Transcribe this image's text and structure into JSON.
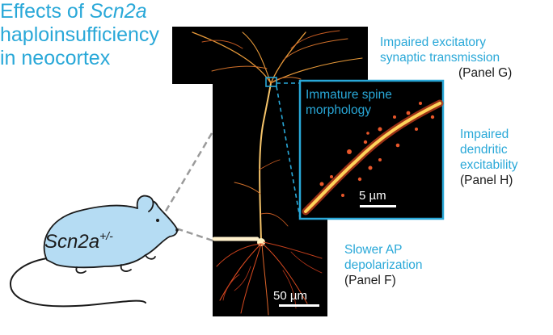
{
  "title": {
    "line1_prefix": "Effects of ",
    "line1_italic": "Scn2a",
    "line2": "haploinsufficiency",
    "line3": "in neocortex"
  },
  "mouse": {
    "gene": "Scn2a",
    "genotype": "+/-"
  },
  "annotations": {
    "excitatory": {
      "line1": "Impaired excitatory",
      "line2": "synaptic transmission",
      "panel": "(Panel G)"
    },
    "dendritic": {
      "line1": "Impaired",
      "line2": "dendritic",
      "line3": "excitability",
      "panel": "(Panel H)"
    },
    "ap": {
      "line1": "Slower AP",
      "line2": "depolarization",
      "panel": "(Panel F)"
    }
  },
  "inset": {
    "label_line1": "Immature spine",
    "label_line2": "morphology",
    "scale": "5 µm"
  },
  "main_scale": "50 µm",
  "colors": {
    "accent": "#29a8d8",
    "mouse_fill": "#b5dcf3",
    "neuron": "#f2a33a",
    "image_bg": "#000000"
  }
}
